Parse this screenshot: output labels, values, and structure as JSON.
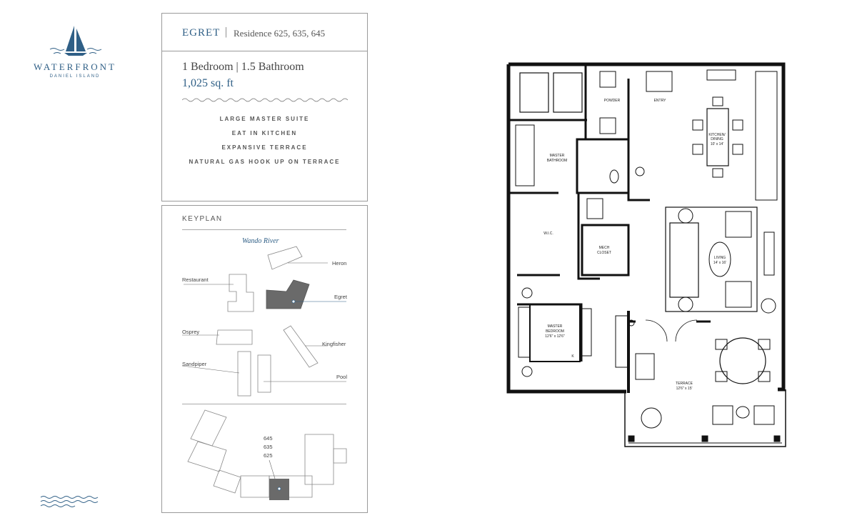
{
  "brand": {
    "name": "WATERFRONT",
    "subtitle": "DANIEL ISLAND"
  },
  "unit": {
    "name": "EGRET",
    "residence": "Residence 625, 635, 645",
    "bed_bath": "1 Bedroom | 1.5 Bathroom",
    "sqft": "1,025 sq. ft",
    "features": [
      "LARGE MASTER SUITE",
      "EAT IN KITCHEN",
      "EXPANSIVE TERRACE",
      "NATURAL GAS HOOK UP ON TERRACE"
    ]
  },
  "keyplan": {
    "title": "KEYPLAN",
    "river": "Wando River",
    "labels": {
      "heron": "Heron",
      "restaurant": "Restaurant",
      "egret": "Egret",
      "osprey": "Osprey",
      "kingfisher": "Kingfisher",
      "sandpiper": "Sandpiper",
      "pool": "Pool"
    },
    "floors": [
      "645",
      "635",
      "625"
    ]
  },
  "floorplan": {
    "rooms": {
      "powder": "POWDER",
      "entry": "ENTRY",
      "kitchen": "KITCHEN/",
      "dining": "DINING",
      "kitchen_dim": "10' x 14'",
      "master_bath_1": "MASTER",
      "master_bath_2": "BATHROOM",
      "wic": "W.I.C.",
      "mech_1": "MECH",
      "mech_2": "CLOSET",
      "living": "LIVING",
      "living_dim": "14' x 16'",
      "bedroom_1": "MASTER",
      "bedroom_2": "BEDROOM",
      "bedroom_dim": "12'6\" x 12'6\"",
      "terrace": "TERRACE",
      "terrace_dim": "12'6\" x 15'",
      "k": "K"
    }
  },
  "colors": {
    "brand_blue": "#2f5f86",
    "egret_fill": "#6a6a6a"
  }
}
